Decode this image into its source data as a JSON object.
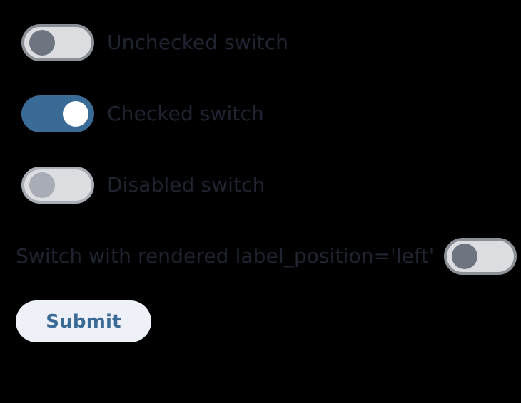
{
  "page": {
    "background_color": "#000000"
  },
  "theme": {
    "accent_color": "#3a6a96",
    "label_color": "#1f2430",
    "track_off_color": "#dcdde1",
    "track_border_color": "#8b9097",
    "knob_off_color": "#6e7580",
    "knob_disabled_color": "#a8adb5",
    "track_disabled_border_color": "#a9aeb6",
    "knob_on_color": "#ffffff",
    "button_background_color": "#eff1f9",
    "button_text_color": "#3a6a96"
  },
  "switches": [
    {
      "label": "Unchecked switch",
      "state": "off",
      "disabled": false,
      "label_position": "right"
    },
    {
      "label": "Checked switch",
      "state": "on",
      "disabled": false,
      "label_position": "right"
    },
    {
      "label": "Disabled switch",
      "state": "off",
      "disabled": true,
      "label_position": "right"
    },
    {
      "label": "Switch with rendered label_position='left'",
      "state": "off",
      "disabled": false,
      "label_position": "left"
    }
  ],
  "form": {
    "submit_label": "Submit"
  }
}
